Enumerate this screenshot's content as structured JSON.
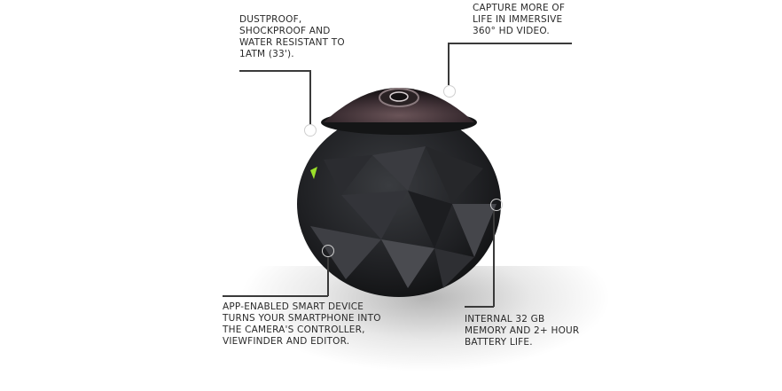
{
  "product": {
    "name": "360 degree spherical action camera",
    "led_color": "#9be02a",
    "body_color": "#1f2022"
  },
  "callouts": [
    {
      "id": "durability",
      "lines": [
        "DUSTPROOF,",
        "SHOCKPROOF AND",
        "WATER RESISTANT TO",
        "1ATM (33')."
      ]
    },
    {
      "id": "video",
      "lines": [
        "CAPTURE MORE OF",
        "LIFE IN IMMERSIVE",
        "360° HD VIDEO."
      ]
    },
    {
      "id": "app",
      "lines": [
        "APP-ENABLED SMART DEVICE",
        "TURNS YOUR SMARTPHONE INTO",
        "THE CAMERA'S CONTROLLER,",
        "VIEWFINDER AND EDITOR."
      ]
    },
    {
      "id": "memory",
      "lines": [
        "INTERNAL 32 GB",
        "MEMORY AND 2+ HOUR",
        "BATTERY LIFE."
      ]
    }
  ]
}
